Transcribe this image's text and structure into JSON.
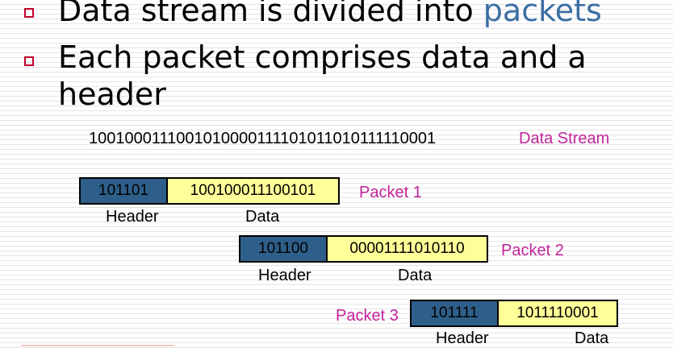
{
  "bullets": [
    {
      "text": "Data stream is divided into ",
      "highlight": "packets"
    },
    {
      "line1": "Each packet comprises data and a",
      "line2": "header"
    }
  ],
  "stream": {
    "bits": "1001000111001010000111101011010111110001",
    "label": "Data Stream"
  },
  "packets": [
    {
      "label": "Packet 1",
      "header_bits": "101101",
      "data_bits": "100100011100101",
      "header_caption": "Header",
      "data_caption": "Data"
    },
    {
      "label": "Packet 2",
      "header_bits": "101100",
      "data_bits": "00001111010110",
      "header_caption": "Header",
      "data_caption": "Data"
    },
    {
      "label": "Packet 3",
      "header_bits": "101111",
      "data_bits": "1011110001",
      "header_caption": "Header",
      "data_caption": "Data"
    }
  ],
  "colors": {
    "bullet": "#c0002a",
    "highlight": "#3b6ea5",
    "label": "#c2249a",
    "header_fill": "#2e5f8a",
    "data_fill": "#ffff99"
  }
}
